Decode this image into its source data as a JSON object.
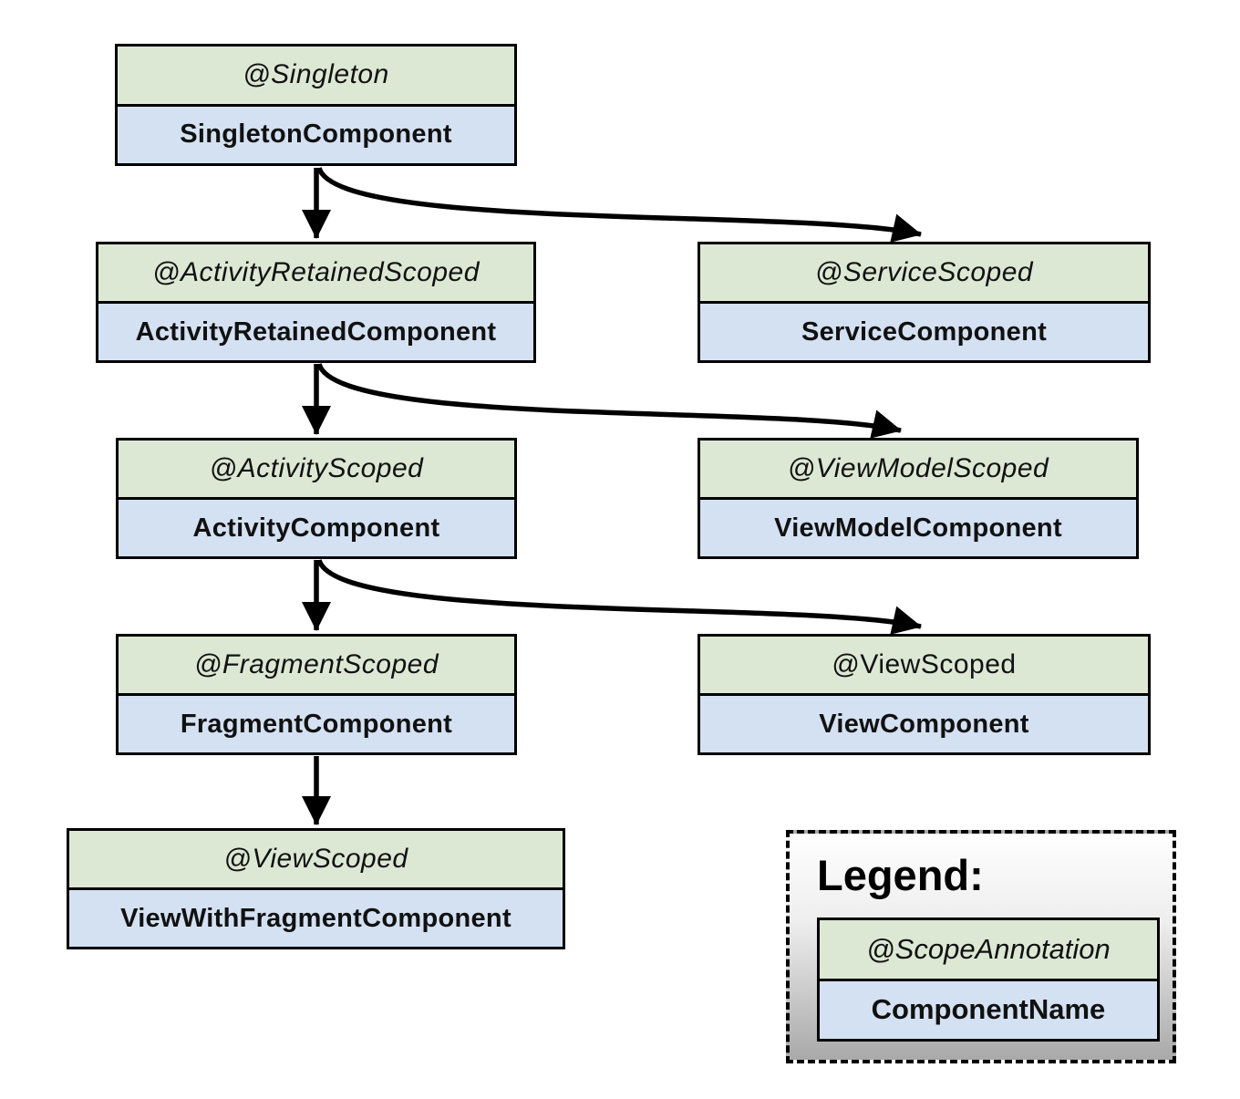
{
  "nodes": [
    {
      "scope": "@Singleton",
      "component": "SingletonComponent",
      "scope_italic": true
    },
    {
      "scope": "@ActivityRetainedScoped",
      "component": "ActivityRetainedComponent",
      "scope_italic": true
    },
    {
      "scope": "@ServiceScoped",
      "component": "ServiceComponent",
      "scope_italic": true
    },
    {
      "scope": "@ActivityScoped",
      "component": "ActivityComponent",
      "scope_italic": true
    },
    {
      "scope": "@ViewModelScoped",
      "component": "ViewModelComponent",
      "scope_italic": true
    },
    {
      "scope": "@FragmentScoped",
      "component": "FragmentComponent",
      "scope_italic": true
    },
    {
      "scope": "@ViewScoped",
      "component": "ViewComponent",
      "scope_italic": false
    },
    {
      "scope": "@ViewScoped",
      "component": "ViewWithFragmentComponent",
      "scope_italic": true
    }
  ],
  "edges": [
    {
      "from": "SingletonComponent",
      "to": "ActivityRetainedComponent",
      "style": "straight"
    },
    {
      "from": "SingletonComponent",
      "to": "ServiceComponent",
      "style": "curved"
    },
    {
      "from": "ActivityRetainedComponent",
      "to": "ActivityComponent",
      "style": "straight"
    },
    {
      "from": "ActivityRetainedComponent",
      "to": "ViewModelComponent",
      "style": "curved"
    },
    {
      "from": "ActivityComponent",
      "to": "FragmentComponent",
      "style": "straight"
    },
    {
      "from": "ActivityComponent",
      "to": "ViewComponent",
      "style": "curved"
    },
    {
      "from": "FragmentComponent",
      "to": "ViewWithFragmentComponent",
      "style": "straight"
    }
  ],
  "legend": {
    "title": "Legend:",
    "scope": "@ScopeAnnotation",
    "component": "ComponentName"
  },
  "colors": {
    "scope_bg": "#dce8d4",
    "component_bg": "#d4e1f2",
    "border": "#000000",
    "arrow": "#000000",
    "legend_gradient_top": "#ffffff",
    "legend_gradient_bottom": "#a9a9a9"
  }
}
